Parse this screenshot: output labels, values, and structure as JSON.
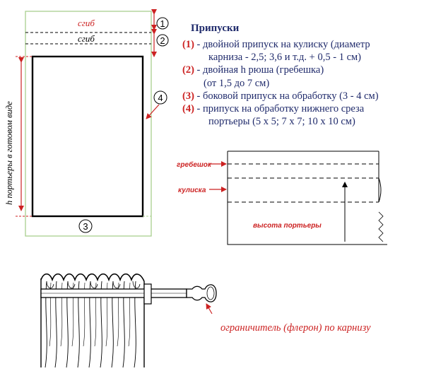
{
  "colors": {
    "accent_red": "#cc2222",
    "guide_green": "#a9d08e",
    "legend_text": "#1f2a6b",
    "line": "#000000"
  },
  "fold_labels": {
    "top": "сгиб",
    "second": "сгиб"
  },
  "markers": {
    "m1": "1",
    "m2": "2",
    "m3": "3",
    "m4": "4"
  },
  "vertical_label": "h портьеры в готовом виде",
  "legend": {
    "title": "Припуски",
    "items": [
      {
        "num": "(1)",
        "text": " - двойной припуск на кулиску (диаметр",
        "cont": "карниза - 2,5; 3,6 и т.д. + 0,5 - 1 см)"
      },
      {
        "num": "(2)",
        "text": " - двойная h рюша (гребешка)",
        "cont": "(от 1,5 до 7 см)"
      },
      {
        "num": "(3)",
        "text": " - боковой припуск на обработку (3 - 4 см)",
        "cont": ""
      },
      {
        "num": "(4)",
        "text": " - припуск на обработку нижнего среза",
        "cont": "портьеры (5 x 5; 7 x 7; 10 x 10 см)"
      }
    ]
  },
  "rod_detail": {
    "label_crest": "гребешок",
    "label_channel": "кулиска",
    "label_height": "высота портьеры"
  },
  "finial_label": "ограничитель (флерон) по карнизу"
}
